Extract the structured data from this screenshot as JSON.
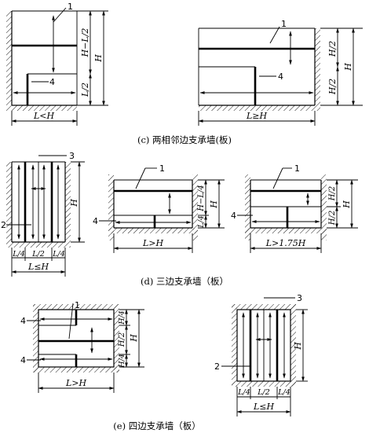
{
  "captions": {
    "c": "(c) 两相邻边支承墙(板)",
    "d": "(d) 三边支承墙（板）",
    "e": "(e) 四边支承墙（板）"
  },
  "panels": {
    "c_left": {
      "callout_1": "1",
      "callout_4": "4",
      "dim_top": "H−L/2",
      "dim_bottom": "L/2",
      "dim_total": "H",
      "dim_width": "L<H"
    },
    "c_right": {
      "callout_1": "1",
      "callout_4": "4",
      "dim_top": "H/2",
      "dim_bottom": "H/2",
      "dim_total": "H",
      "dim_width": "L≥H"
    },
    "d_left": {
      "callout_2": "2",
      "callout_3": "3",
      "dim_total": "H",
      "seg_1": "L/4",
      "seg_2": "L/2",
      "seg_3": "L/4",
      "dim_width": "L≤H"
    },
    "d_mid": {
      "callout_1": "1",
      "callout_4": "4",
      "dim_top": "H−L/4",
      "dim_bottom": "L/4",
      "dim_total": "H",
      "dim_width": "L>H"
    },
    "d_right": {
      "callout_1": "1",
      "callout_4": "4",
      "dim_top": "H/2",
      "dim_bottom": "H/2",
      "dim_total": "H",
      "dim_width": "L>1.75H"
    },
    "e_left": {
      "callout_1": "1",
      "callout_4a": "4",
      "callout_4b": "4",
      "dim_top": "H/4",
      "dim_mid": "H/2",
      "dim_bottom": "H/4",
      "dim_total": "H",
      "dim_width": "L>H"
    },
    "e_right": {
      "callout_2": "2",
      "callout_3": "3",
      "dim_total": "H",
      "seg_1": "L/4",
      "seg_2": "L/2",
      "seg_3": "L/4",
      "dim_width": "L≤H"
    }
  }
}
